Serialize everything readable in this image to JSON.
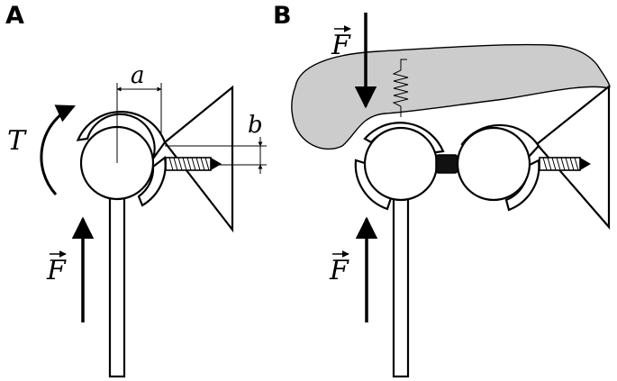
{
  "panels": {
    "a": {
      "label": "A",
      "torque_symbol": "T",
      "dim_a": "a",
      "dim_b": "b",
      "force_symbol": "F"
    },
    "b": {
      "label": "B",
      "force_top_symbol": "F",
      "force_bottom_symbol": "F"
    }
  },
  "colors": {
    "tissue": "#cccccc",
    "ink": "#000000",
    "joint": "#111111"
  }
}
